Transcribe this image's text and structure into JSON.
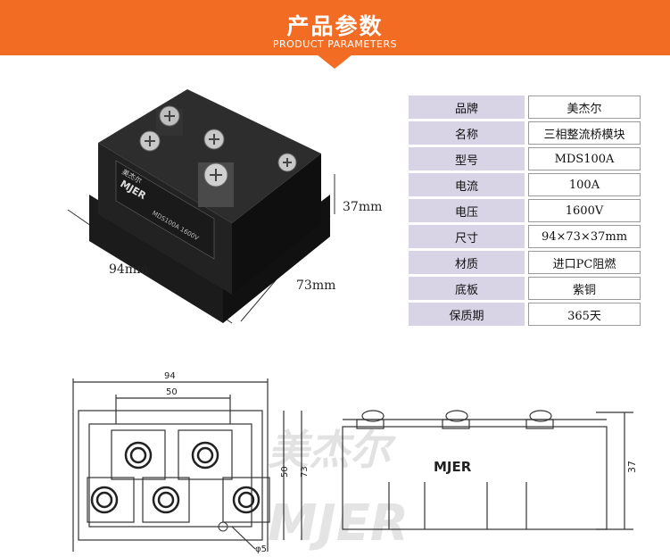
{
  "banner": {
    "title": "产品参数",
    "subtitle": "PRODUCT PARAMETERS",
    "color": "#f26c23"
  },
  "product_photo": {
    "brand_text": "MJER",
    "chinese_mark": "美杰尔",
    "label_text": "MDS100A 1600V",
    "dims": {
      "width": "94mm",
      "depth": "73mm",
      "height": "37mm"
    }
  },
  "params": [
    {
      "key": "品牌",
      "value": "美杰尔"
    },
    {
      "key": "名称",
      "value": "三相整流桥模块"
    },
    {
      "key": "型号",
      "value": "MDS100A"
    },
    {
      "key": "电流",
      "value": "100A"
    },
    {
      "key": "电压",
      "value": "1600V"
    },
    {
      "key": "尺寸",
      "value": "94×73×37mm"
    },
    {
      "key": "材质",
      "value": "进口PC阻燃"
    },
    {
      "key": "底板",
      "value": "紫铜"
    },
    {
      "key": "保质期",
      "value": "365天"
    }
  ],
  "drawing": {
    "top_width": "94",
    "inner_width": "50",
    "height_50": "50",
    "height_73": "73",
    "hole": "φ5",
    "side_height": "37",
    "side_brand": "MJER",
    "watermark_cn": "美杰尔",
    "watermark_en": "MJER"
  }
}
